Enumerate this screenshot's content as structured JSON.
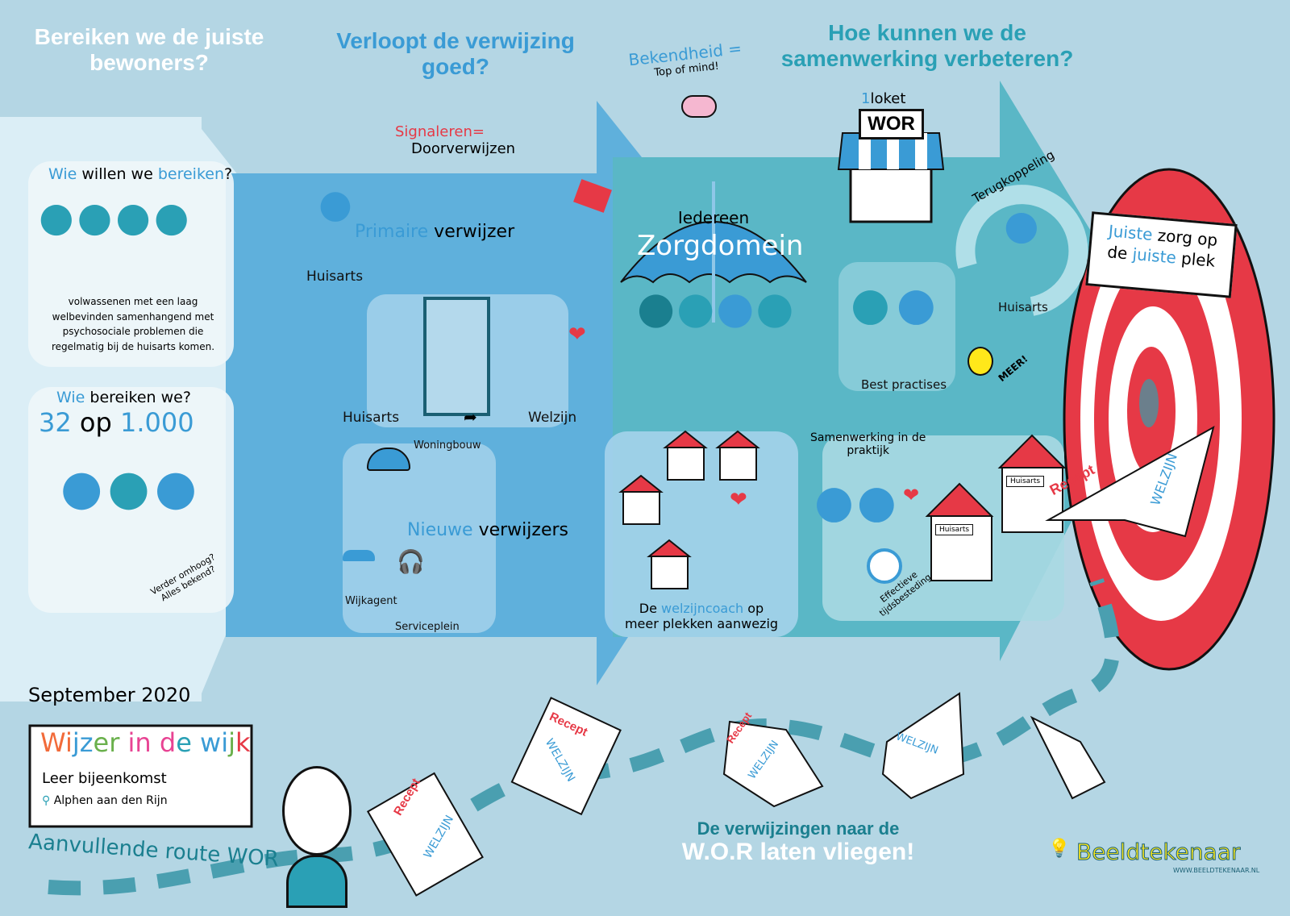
{
  "colors": {
    "background": "#b4d6e4",
    "arrow_light": "#dbeef6",
    "arrow_mid": "#5fb0dc",
    "arrow_teal": "#5ab7c6",
    "accent_blue": "#3a9bd5",
    "accent_teal": "#2aa0b5",
    "accent_red": "#e63946",
    "dark_teal": "#1a7f8f"
  },
  "section1": {
    "heading_line1": "Bereiken we de juiste",
    "heading_line2": "bewoners?",
    "who_reach": {
      "title_word1": "Wie",
      "title_word2": "willen we",
      "title_word3": "bereiken",
      "title_end": "?",
      "description": "volwassenen met een laag welbevinden samenhangend met psychosociale problemen die regelmatig bij de huisarts komen."
    },
    "who_reached": {
      "title_word1": "Wie",
      "title_word2": "bereiken we?",
      "stat_num": "32",
      "stat_op": "op",
      "stat_den": "1.000",
      "note_line1": "Verder omhoog?",
      "note_line2": "Alles bekend?"
    }
  },
  "section2": {
    "heading_line1": "Verloopt de verwijzing",
    "heading_line2": "goed?",
    "signal_label": "Signaleren=",
    "signal_sub": "Doorverwijzen",
    "primary_arrow_word1": "Primaire",
    "primary_arrow_word2": "verwijzer",
    "huisarts_label": "Huisarts",
    "door_huisarts_label": "Huisarts",
    "door_welzijn_label": "Welzijn",
    "woningbouw_label": "Woningbouw",
    "new_arrow_word1": "Nieuwe",
    "new_arrow_word2": "verwijzers",
    "wijkagent_label": "Wijkagent",
    "serviceplein_label": "Serviceplein"
  },
  "section_middle": {
    "bekendheid": "Bekendheid =",
    "top_of_mind": "Top of mind!",
    "umbrella_small": "Iedereen",
    "umbrella_big": "Zorgdomein",
    "coach_text_word1": "De",
    "coach_text_word2": "welzijncoach",
    "coach_text_word3": "op",
    "coach_text_line2": "meer plekken aanwezig"
  },
  "section3": {
    "heading_line1": "Hoe kunnen we de",
    "heading_line2": "samenwerking verbeteren?",
    "loket_num": "1",
    "loket_word": "loket",
    "loket_sign": "WOR",
    "feedback_label": "Terugkoppeling",
    "feedback_huisarts": "Huisarts",
    "best_practises": "Best practises",
    "meer": "MEER!",
    "practice_label_line1": "Samenwerking in de",
    "practice_label_line2": "praktijk",
    "effective_line1": "Effectieve",
    "effective_line2": "tijdsbesteding",
    "house_sign": "Huisarts"
  },
  "target": {
    "sign_word1": "Juiste",
    "sign_word2": "zorg op",
    "sign_word3": "de",
    "sign_word4": "juiste",
    "sign_word5": "plek",
    "plane_recept": "Recept",
    "plane_welzijn": "WELZIJN"
  },
  "event": {
    "date": "September 2020",
    "title_letters": [
      {
        "ch": "W",
        "color": "#f26b3a"
      },
      {
        "ch": "i",
        "color": "#f26b3a"
      },
      {
        "ch": "j",
        "color": "#3a9bd5"
      },
      {
        "ch": "z",
        "color": "#3a9bd5"
      },
      {
        "ch": "e",
        "color": "#6ab04c"
      },
      {
        "ch": "r",
        "color": "#6ab04c"
      },
      {
        "ch": " ",
        "color": "#000000"
      },
      {
        "ch": "i",
        "color": "#e84393"
      },
      {
        "ch": "n",
        "color": "#e84393"
      },
      {
        "ch": " ",
        "color": "#000000"
      },
      {
        "ch": "d",
        "color": "#e84393"
      },
      {
        "ch": "e",
        "color": "#2aa0b5"
      },
      {
        "ch": " ",
        "color": "#000000"
      },
      {
        "ch": "w",
        "color": "#3a9bd5"
      },
      {
        "ch": "i",
        "color": "#3a9bd5"
      },
      {
        "ch": "j",
        "color": "#6ab04c"
      },
      {
        "ch": "k",
        "color": "#e63946"
      }
    ],
    "subtitle": "Leer bijeenkomst",
    "location": "Alphen aan den Rijn"
  },
  "bottom": {
    "route_label": "Aanvullende route WOR",
    "recept": "Recept",
    "welzijn": "WELZIJN",
    "slogan_line1": "De verwijzingen naar de",
    "slogan_wor": "W.O.R",
    "slogan_rest": "laten vliegen",
    "slogan_excl": "!",
    "brand": "Beeldtekenaar",
    "brand_url": "WWW.BEELDTEKENAAR.NL"
  }
}
